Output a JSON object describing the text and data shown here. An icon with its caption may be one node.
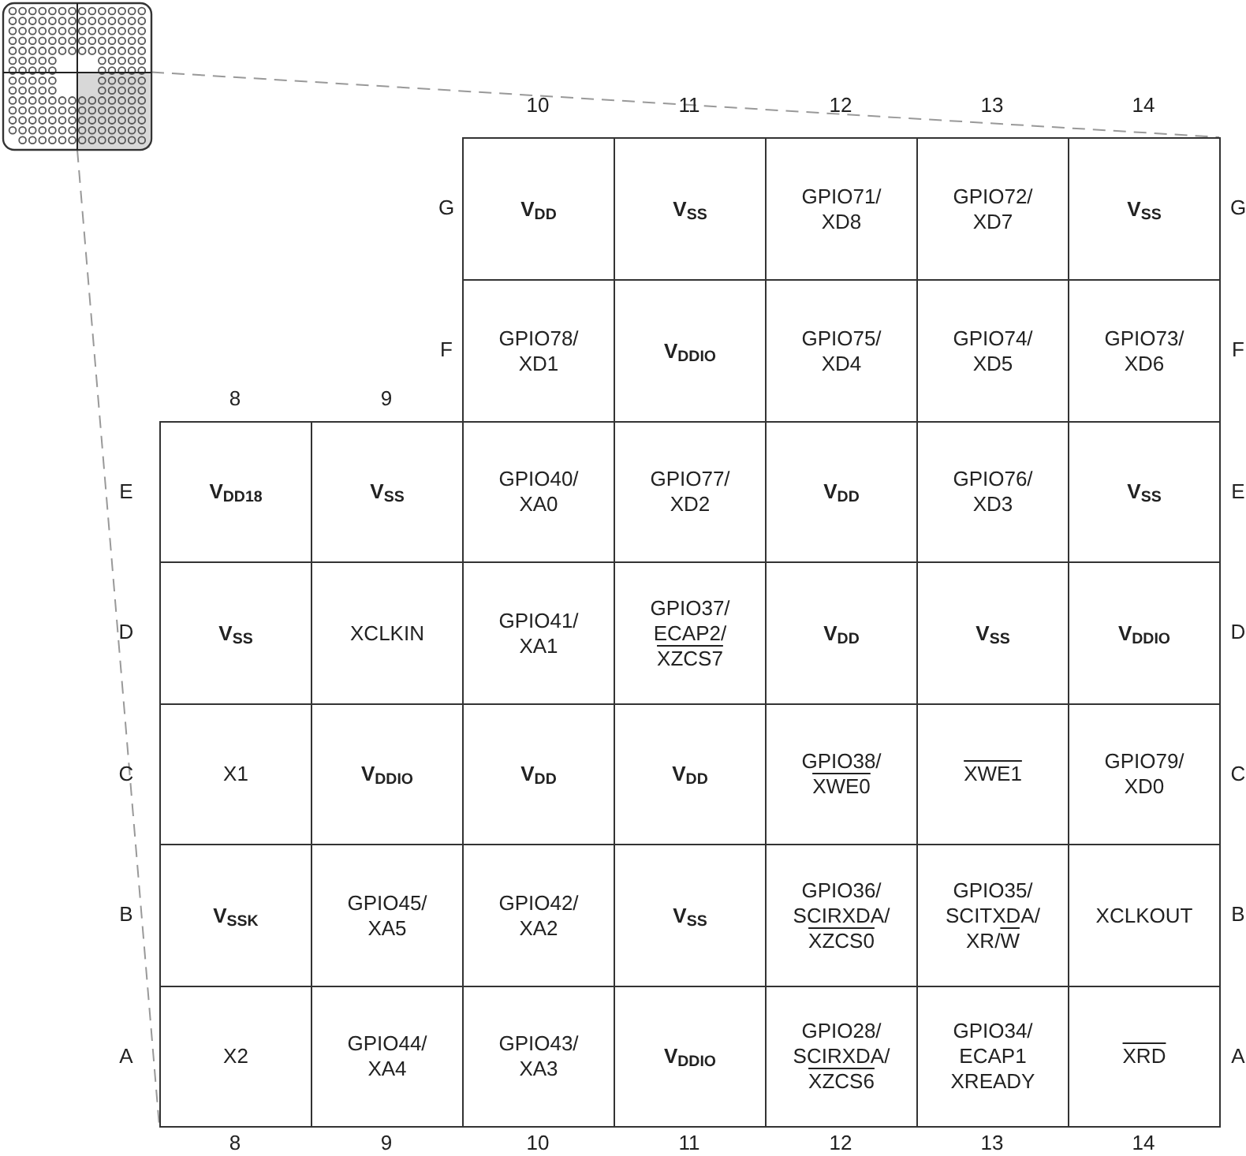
{
  "diagram": {
    "nodes": [
      {
        "text": [
          "V$_{DD}$"
        ]
      },
      {
        "text": [
          "V$_{SS}$"
        ]
      },
      {
        "text": [
          "GPIO71/ XD8"
        ]
      },
      {
        "text": [
          "GPIO72/ XD7"
        ]
      },
      {
        "text": [
          "V$_{SS}$"
        ]
      },
      {
        "text": [
          "GPIO78/ XD1"
        ]
      },
      {
        "text": [
          "V$_{DDIO}$"
        ]
      },
      {
        "text": [
          "GPIO75/ XD4"
        ]
      },
      {
        "text": [
          "GPIO74/ XD5"
        ]
      },
      {
        "text": [
          "GPIO73/ XD6"
        ]
      },
      {
        "text": [
          "V$_{DD18}$"
        ]
      },
      {
        "text": [
          "V$_{SS}$"
        ]
      },
      {
        "text": [
          "GPIO40/ XA0"
        ]
      },
      {
        "text": [
          "GPIO77/ XD2"
        ]
      },
      {
        "text": [
          "V$_{DD}$"
        ]
      },
      {
        "text": [
          "GPIO76/ XD3"
        ]
      },
      {
        "text": [
          "V$_{SS}$"
        ]
      },
      {
        "text": [
          "V$_{SS}$"
        ]
      },
      {
        "text": [
          "XCLKIN"
        ]
      },
      {
        "text": [
          "GPIO41/ XA1"
        ]
      },
      {
        "text": [
          "GPIO37/ ECAP2/ XZCS7"
        ]
      },
      {
        "text": [
          "V$_{DD}$"
        ]
      },
      {
        "text": [
          "V$_{SS}$"
        ]
      },
      {
        "text": [
          "V$_{DDIO}$"
        ]
      },
      {
        "text": [
          "X1"
        ]
      },
      {
        "text": [
          "V$_{DDIO}$"
        ]
      },
      {
        "text": [
          "V$_{DD}$"
        ]
      },
      {
        "text": [
          "V$_{DD}$"
        ]
      },
      {
        "text": [
          "GPIO38/ XWE0"
        ]
      },
      {
        "text": [
          "XWE1"
        ]
      },
      {
        "text": [
          "GPIO79/ XD0"
        ]
      },
      {
        "text": [
          "V$_{SSK}$"
        ]
      },
      {
        "text": [
          "GPIO45/ XA5"
        ]
      },
      {
        "text": [
          "GPIO42/ XA2"
        ]
      },
      {
        "text": [
          "V$_{SS}$"
        ]
      },
      {
        "text": [
          "GPIO36/ SCIRXDA/ XZCS0"
        ]
      },
      {
        "text": [
          "GPIO35/ SCITXDA/ XR/W"
        ]
      },
      {
        "text": [
          "XCLKOUT"
        ]
      },
      {
        "text": [
          "X2"
        ]
      },
      {
        "text": [
          "GPIO44/ XA4"
        ]
      },
      {
        "text": [
          "GPIO43/ XA3"
        ]
      },
      {
        "text": [
          "V$_{DDIO}$"
        ]
      },
      {
        "text": [
          "GPIO28/ SCIRXDA/ XZCS6"
        ]
      },
      {
        "text": [
          "GPIO34/ ECAP1 XREADY"
        ]
      },
      {
        "text": [
          "XRD"
        ]
      },
      {
        "text": [],
        "shape": "picture"
      }
    ],
    "edges": [
      {
        "from": 45,
        "to": 4,
        "arrow": "none",
        "style": "dashed",
        "color": "#999999"
      },
      {
        "from": 45,
        "to": 38,
        "arrow": "none",
        "style": "dashed",
        "color": "#999999"
      }
    ],
    "labels": [
      "10",
      "11",
      "12",
      "13",
      "14",
      "G",
      "G",
      "F",
      "F",
      "8",
      "9",
      "E",
      "E",
      "D",
      "D",
      "C",
      "C",
      "B",
      "B",
      "A",
      "A",
      "8",
      "9",
      "10",
      "11",
      "12",
      "13",
      "14"
    ]
  }
}
